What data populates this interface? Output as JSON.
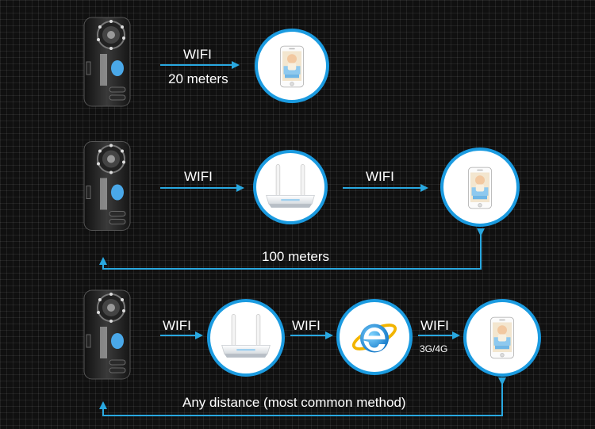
{
  "rows": [
    {
      "wifi": "WIFI",
      "distance": "20 meters"
    },
    {
      "wifi_1": "WIFI",
      "wifi_2": "WIFI",
      "distance": "100 meters"
    },
    {
      "wifi_1": "WIFI",
      "wifi_2": "WIFI",
      "wifi_3": "WIFI",
      "network": "3G/4G",
      "distance": "Any distance (most common method)"
    }
  ],
  "colors": {
    "arrow": "#29a8e0",
    "circle_ring": "#1b9be0",
    "background": "#101010"
  },
  "icons": [
    "camera-icon",
    "smartphone-icon",
    "router-icon",
    "internet-explorer-icon"
  ]
}
